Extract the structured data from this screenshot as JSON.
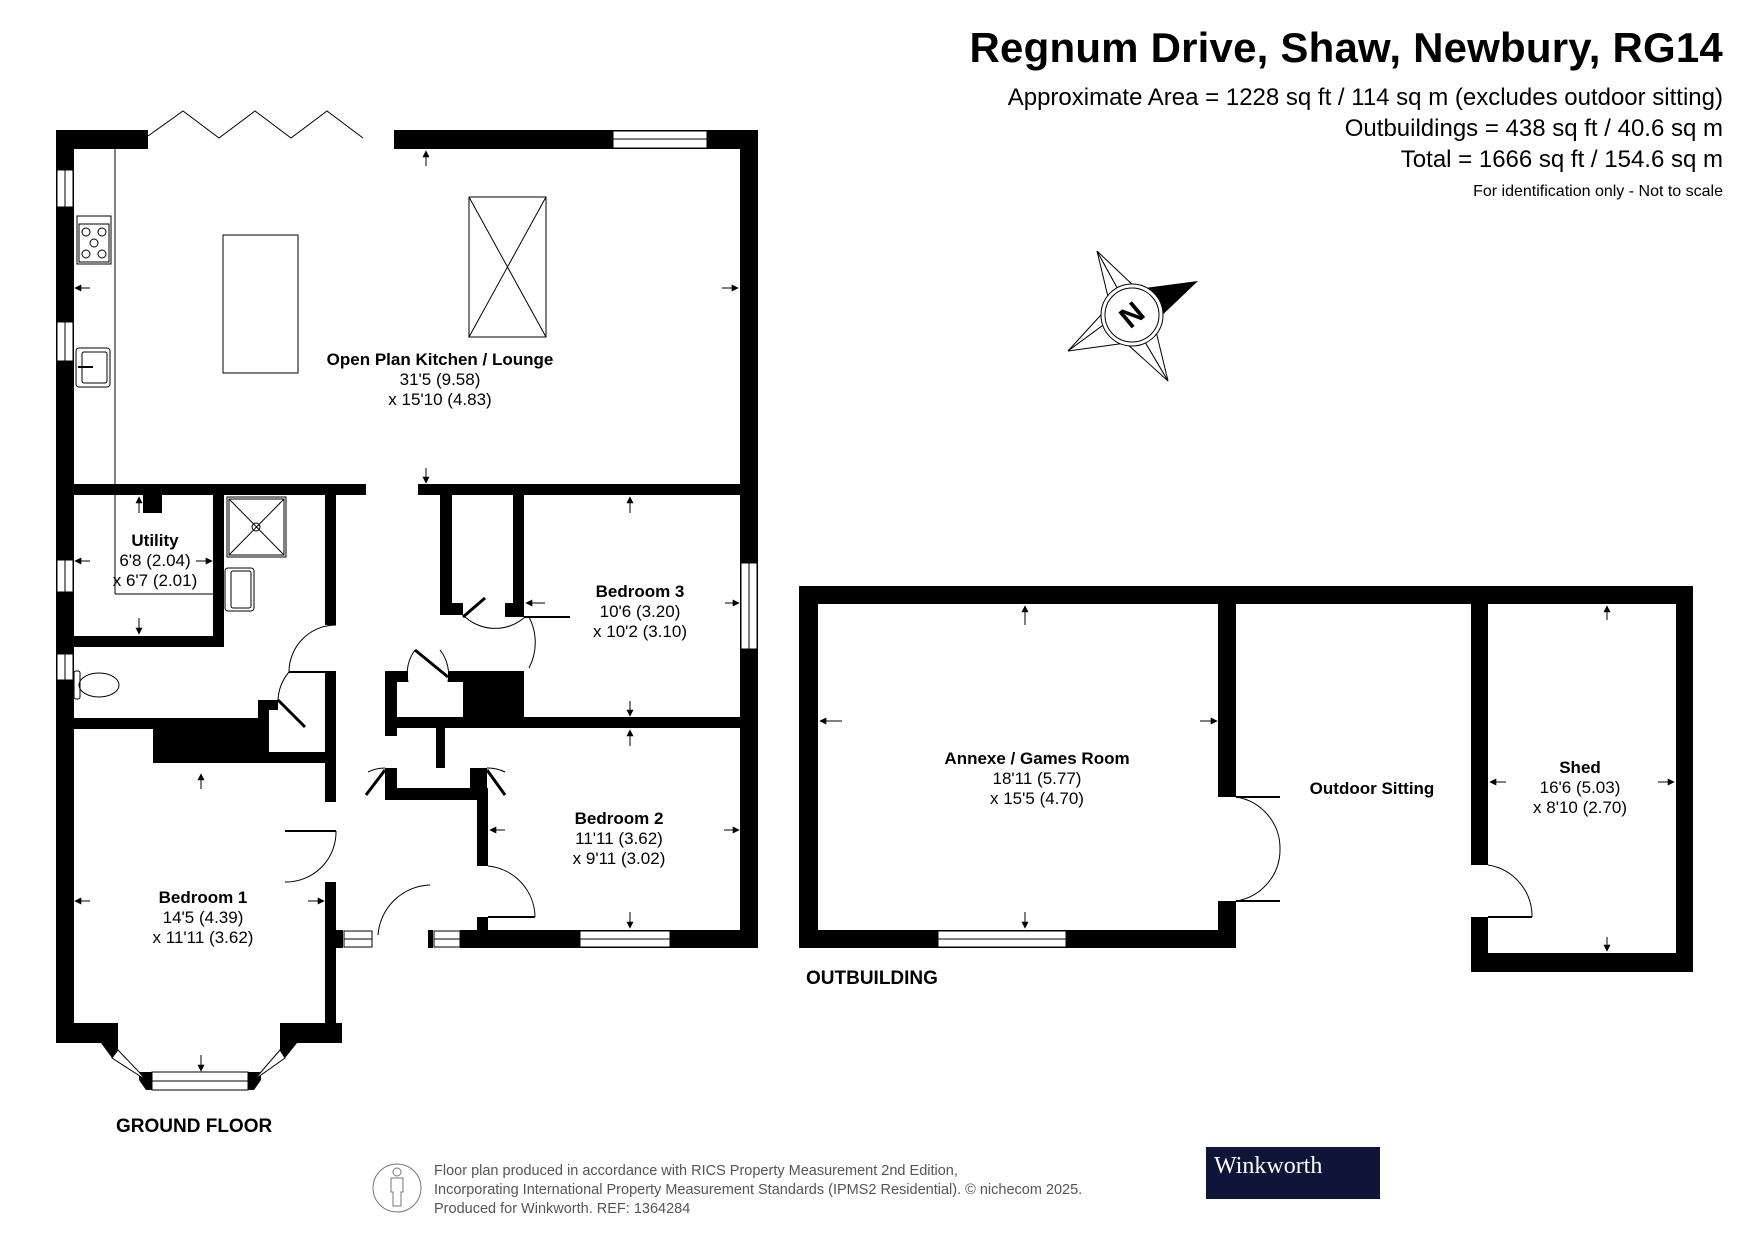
{
  "header": {
    "title": "Regnum Drive, Shaw, Newbury, RG14",
    "approx_area": "Approximate Area = 1228 sq ft / 114 sq m (excludes outdoor sitting)",
    "outbuildings": "Outbuildings = 438 sq ft / 40.6 sq m",
    "total": "Total = 1666 sq ft / 154.6 sq m",
    "disclaimer": "For identification only - Not to scale"
  },
  "compass": {
    "icon": "north-compass-icon",
    "label": "N"
  },
  "ground_floor": {
    "label": "GROUND FLOOR",
    "rooms": [
      {
        "name": "Open Plan Kitchen / Lounge",
        "dim1": "31'5 (9.58)",
        "dim2": "x 15'10 (4.83)"
      },
      {
        "name": "Utility",
        "dim1": "6'8 (2.04)",
        "dim2": "x 6'7 (2.01)"
      },
      {
        "name": "Bedroom 3",
        "dim1": "10'6 (3.20)",
        "dim2": "x 10'2 (3.10)"
      },
      {
        "name": "Bedroom 2",
        "dim1": "11'11 (3.62)",
        "dim2": "x 9'11 (3.02)"
      },
      {
        "name": "Bedroom 1",
        "dim1": "14'5 (4.39)",
        "dim2": "x 11'11 (3.62)"
      }
    ]
  },
  "outbuilding": {
    "label": "OUTBUILDING",
    "rooms": [
      {
        "name": "Annexe / Games Room",
        "dim1": "18'11 (5.77)",
        "dim2": "x 15'5 (4.70)"
      },
      {
        "name": "Outdoor Sitting"
      },
      {
        "name": "Shed",
        "dim1": "16'6 (5.03)",
        "dim2": "x 8'10 (2.70)"
      }
    ]
  },
  "footer": {
    "line1": "Floor plan produced in accordance with RICS Property Measurement 2nd Edition,",
    "line2": "Incorporating International Property Measurement Standards (IPMS2 Residential).   © nichecom 2025.",
    "line3": "Produced for Winkworth.   REF: 1364284",
    "logo_text": "Winkworth",
    "logo_color": "#0f1538"
  }
}
